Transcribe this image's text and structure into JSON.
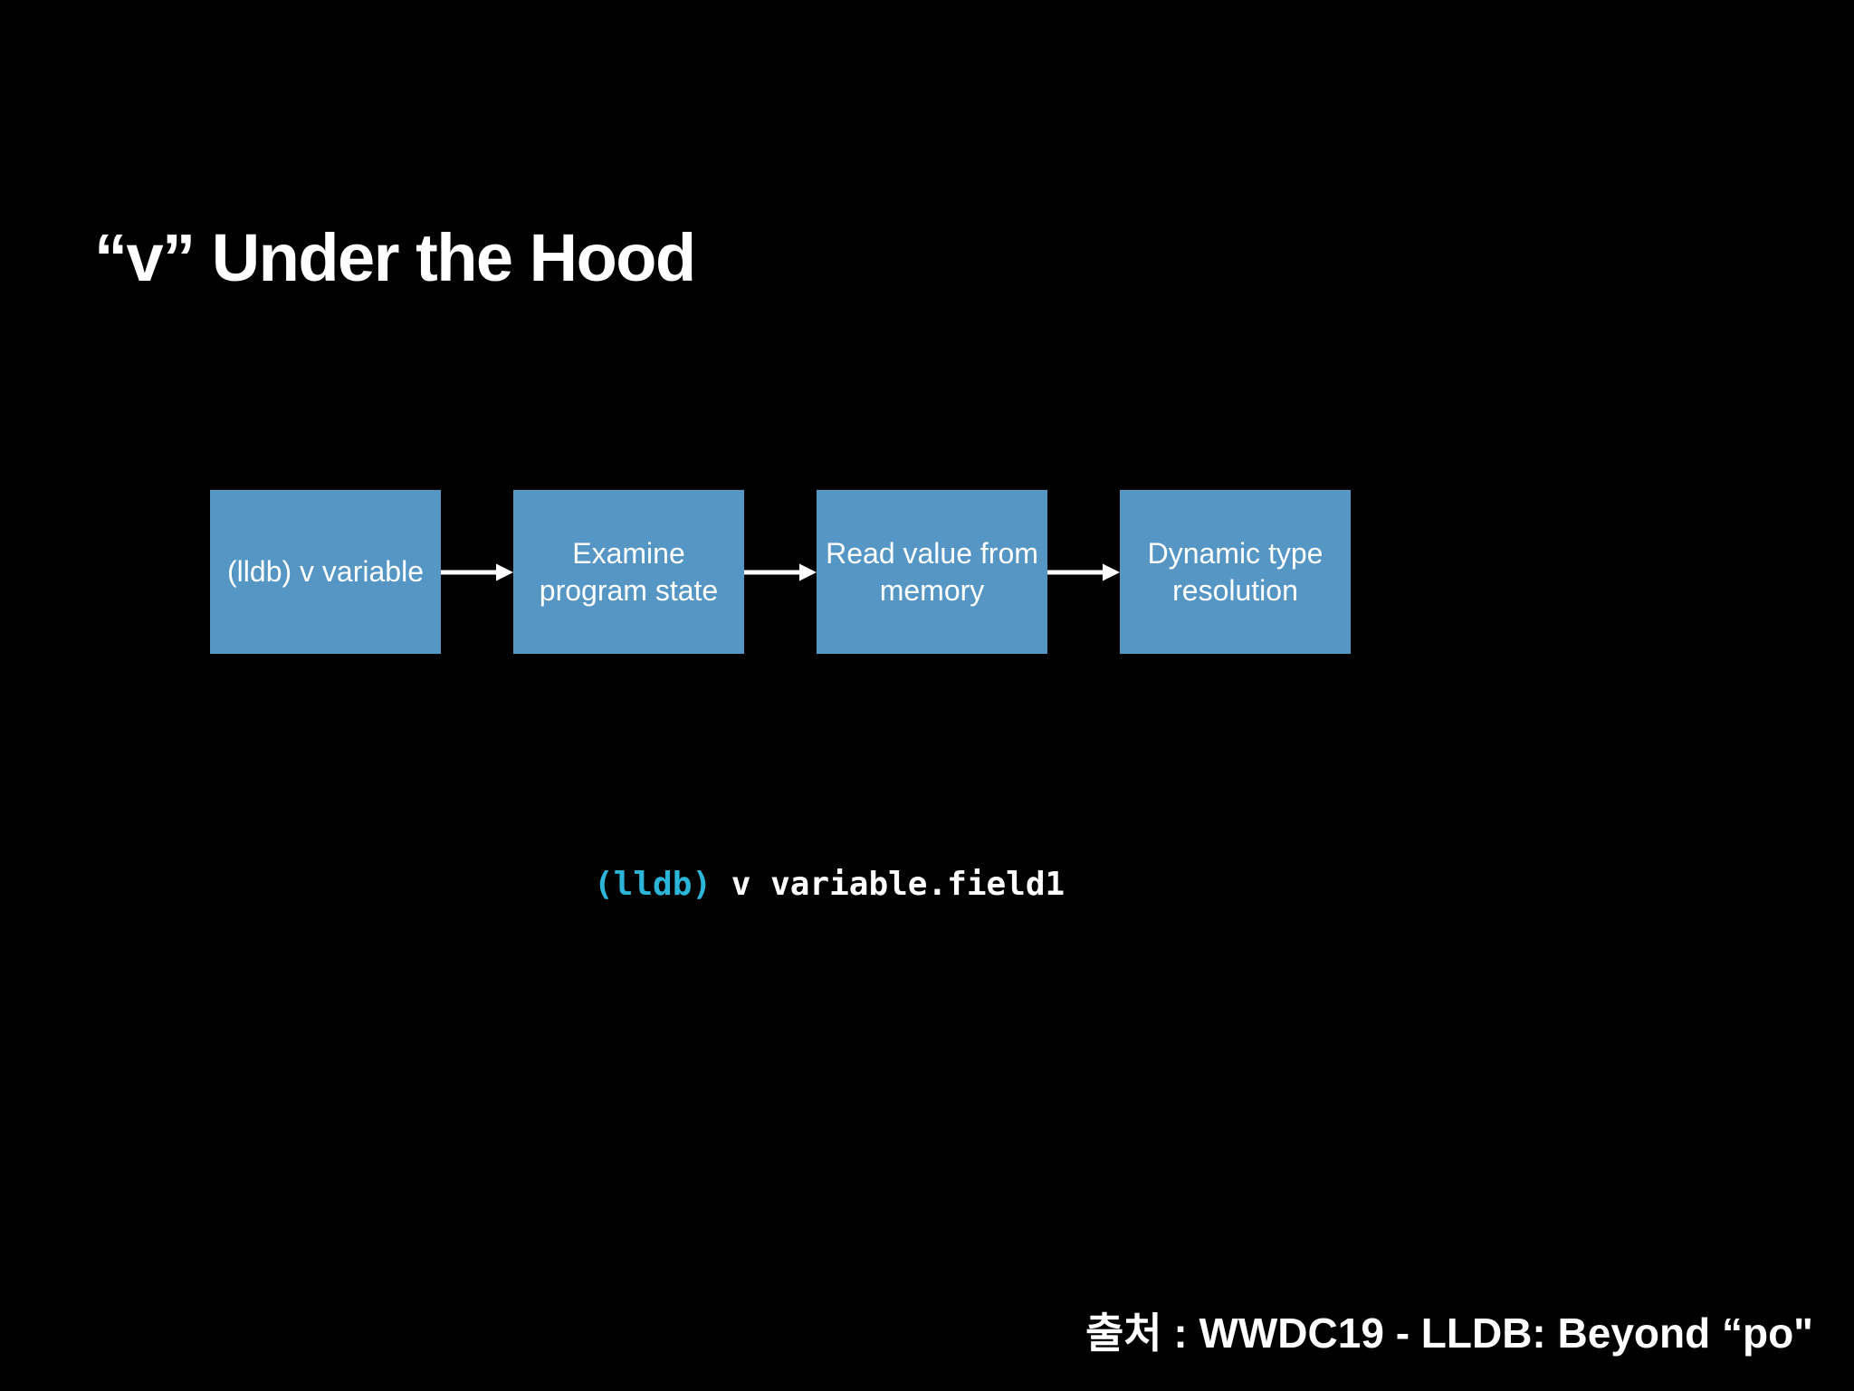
{
  "slide": {
    "title": "“v” Under the Hood"
  },
  "diagram": {
    "boxes": [
      {
        "lines": [
          "(lldb) v variable",
          ""
        ]
      },
      {
        "lines": [
          "Examine",
          "program state"
        ]
      },
      {
        "lines": [
          "Read value from",
          "memory"
        ]
      },
      {
        "lines": [
          "Dynamic type",
          "resolution"
        ]
      }
    ]
  },
  "code": {
    "prompt": "(lldb)",
    "command": "v variable.field1"
  },
  "footer": {
    "source": "출처 : WWDC19 - LLDB: Beyond “po\""
  },
  "colors": {
    "background": "#000000",
    "box_fill": "#5596c4",
    "box_text": "#ffffff",
    "arrow": "#ffffff",
    "title_text": "#ffffff",
    "code_prompt": "#2bb5d8",
    "code_command": "#ffffff",
    "footer_text": "#ffffff"
  }
}
